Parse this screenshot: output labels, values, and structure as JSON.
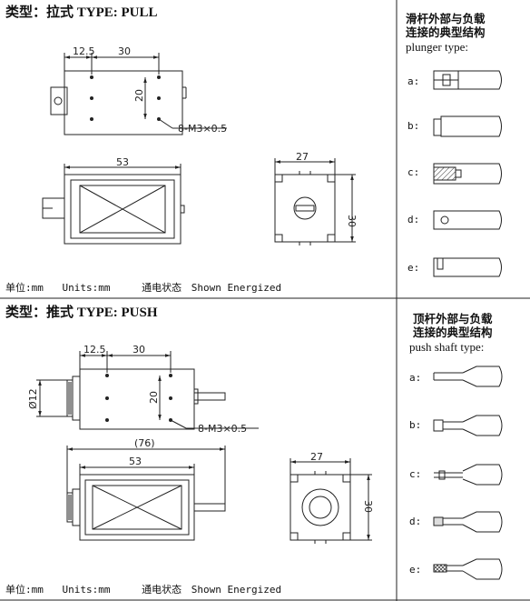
{
  "pull": {
    "title": "类型：拉式  TYPE: PULL",
    "dim_12_5": "12.5",
    "dim_30": "30",
    "dim_20": "20",
    "screw_note": "8-M3×0.5",
    "dim_53": "53",
    "dim_27": "27",
    "dim_30_side": "30",
    "units_label": "单位:mm",
    "units_en": "Units:mm",
    "state_label": "通电状态",
    "state_en": "Shown Energized"
  },
  "push": {
    "title": "类型：推式  TYPE: PUSH",
    "dim_12_5": "12.5",
    "dim_30": "30",
    "dim_20": "20",
    "dim_dia12": "Ø12",
    "screw_note": "8-M3×0.5",
    "dim_76": "(76)",
    "dim_53": "53",
    "dim_27": "27",
    "dim_30_side": "30",
    "units_label": "单位:mm",
    "units_en": "Units:mm",
    "state_label": "通电状态",
    "state_en": "Shown Energized"
  },
  "plunger_panel": {
    "heading_cn_1": "滑杆外部与负载",
    "heading_cn_2": "连接的典型结构",
    "heading_en": "plunger type:",
    "items": [
      {
        "label": "a:"
      },
      {
        "label": "b:"
      },
      {
        "label": "c:"
      },
      {
        "label": "d:"
      },
      {
        "label": "e:"
      }
    ]
  },
  "shaft_panel": {
    "heading_cn_1": "顶杆外部与负载",
    "heading_cn_2": "连接的典型结构",
    "heading_en": "push shaft type:",
    "items": [
      {
        "label": "a:"
      },
      {
        "label": "b:"
      },
      {
        "label": "c:"
      },
      {
        "label": "d:"
      },
      {
        "label": "e:"
      }
    ]
  }
}
